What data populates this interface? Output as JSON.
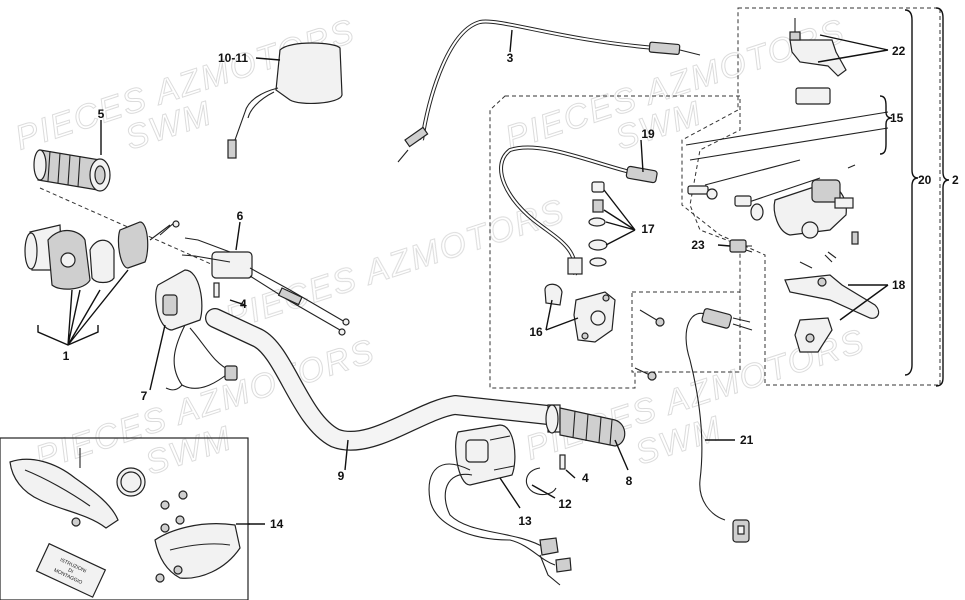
{
  "watermark": {
    "line1": "PIECES AZMOTORS",
    "line2": "SWM"
  },
  "callouts": {
    "c1": "1",
    "c2": "2",
    "c3": "3",
    "c4a": "4",
    "c4b": "4",
    "c5": "5",
    "c6": "6",
    "c7": "7",
    "c8": "8",
    "c9": "9",
    "c10_11": "10-11",
    "c12": "12",
    "c13": "13",
    "c14": "14",
    "c15": "15",
    "c16": "16",
    "c17": "17",
    "c18": "18",
    "c19": "19",
    "c20": "20",
    "c21": "21",
    "c22": "22",
    "c23": "23"
  },
  "booklet": {
    "line1": "ISTRUZIONI",
    "line2": "DI",
    "line3": "MONTAGGIO"
  }
}
